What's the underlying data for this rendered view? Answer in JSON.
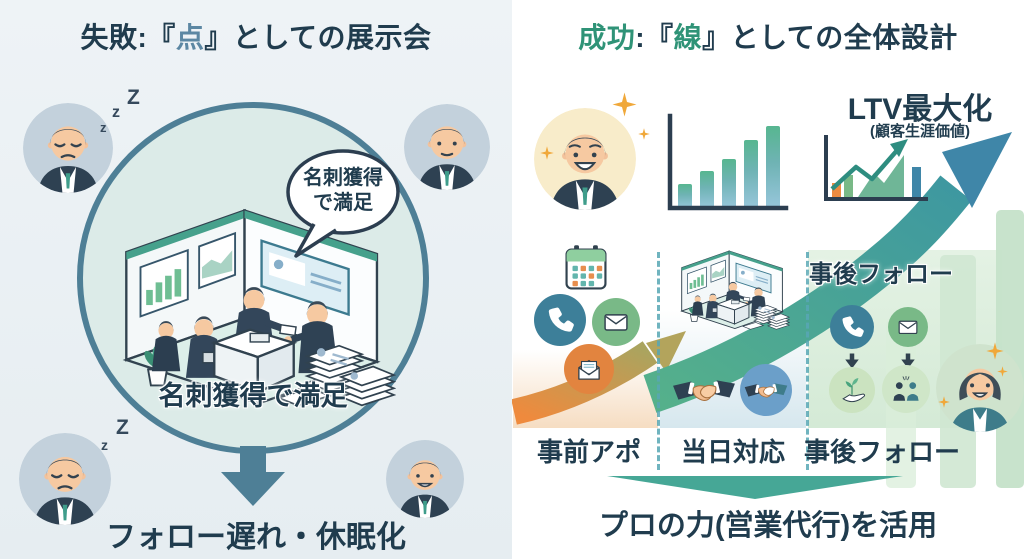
{
  "colors": {
    "navy": "#203c4e",
    "steel": "#5c87a3",
    "green": "#2f9377",
    "teal": "#3aa391",
    "orange": "#ec8b41",
    "blue-arrow": "#3f86a8",
    "circle-border": "#4e7f96"
  },
  "icons": {
    "sleep": "zzZ",
    "sparkle": "four-point-star",
    "calendar": "calendar-grid",
    "phone": "handset",
    "mail": "envelope",
    "open_mail": "open-envelope",
    "handshake": "handshake",
    "plant": "sprout-in-hand",
    "meeting": "two-people-meeting",
    "growth_arrow": "rising-swoosh-arrow",
    "down_arrow": "down-arrow"
  },
  "left_panel": {
    "title": {
      "parts": [
        {
          "text": "失敗:『"
        },
        {
          "text": "点"
        },
        {
          "text": "』としての展示会"
        }
      ]
    },
    "speech_bubble": {
      "line1": "名刺獲得",
      "line2": "で満足"
    },
    "circle_caption": "名刺獲得で満足",
    "bottom_caption": "フォロー遅れ・休眠化",
    "sleep_marks": [
      "z",
      "z",
      "Z"
    ]
  },
  "right_panel": {
    "title": {
      "parts": [
        {
          "text": "成功"
        },
        {
          "text": ":『"
        },
        {
          "text": "線"
        },
        {
          "text": "』としての全体設計"
        }
      ]
    },
    "ltv": {
      "title": "LTV最大化",
      "subtitle": "(顧客生涯価値)"
    },
    "followup_header": "事後フォロー",
    "phase_labels": [
      "事前アポ",
      "当日対応",
      "事後フォロー"
    ],
    "bottom_caption": "プロの力(営業代行)を活用"
  }
}
